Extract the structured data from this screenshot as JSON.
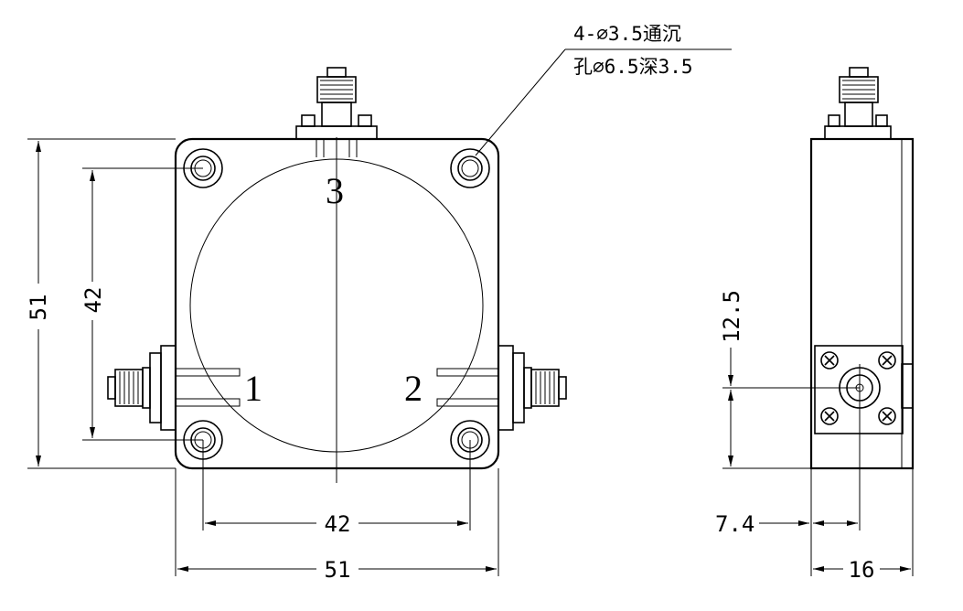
{
  "note": {
    "line1": "4-⌀3.5通沉",
    "line2": "孔⌀6.5深3.5"
  },
  "ports": {
    "port1": "1",
    "port2": "2",
    "port3": "3"
  },
  "front_view": {
    "dim_overall_height": "51",
    "dim_hole_spacing_vertical": "42",
    "dim_hole_spacing_horizontal": "42",
    "dim_overall_width": "51"
  },
  "side_view": {
    "dim_connector_height": "12.5",
    "dim_connector_offset": "7.4",
    "dim_thickness": "16"
  }
}
